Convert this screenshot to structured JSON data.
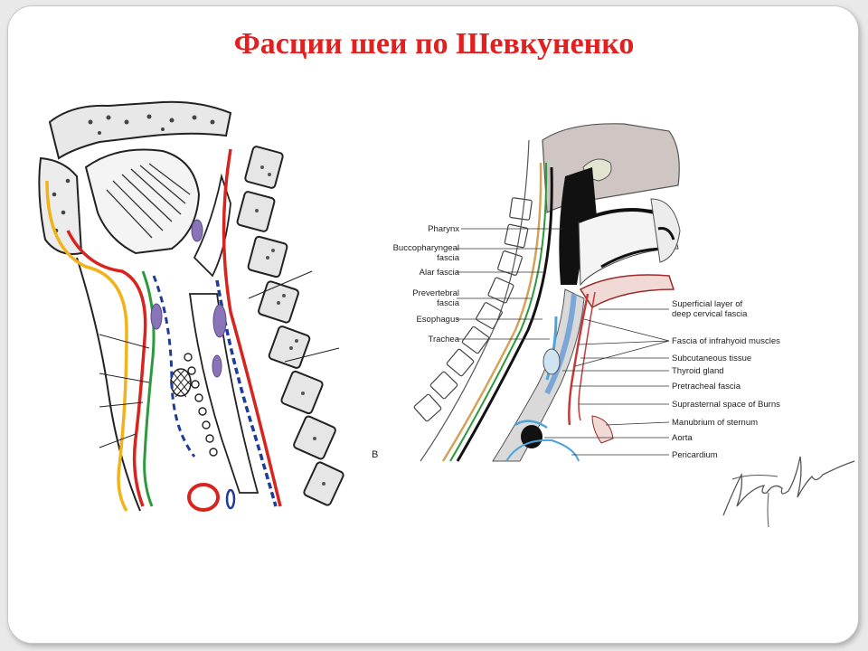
{
  "slide": {
    "title": "Фасции шеи по Шевкуненко"
  },
  "right_figure": {
    "panel_letter": "B",
    "left_labels": [
      "Pharynx",
      "Buccopharyngeal",
      "fascia",
      "Alar fascia",
      "Prevertebral",
      "fascia",
      "Esophagus",
      "Trachea"
    ],
    "right_labels": [
      "Superficial layer of",
      "deep cervical fascia",
      "Fascia of infrahyoid muscles",
      "Subcutaneous tissue",
      "Thyroid gland",
      "Pretracheal fascia",
      "Suprasternal space of Burns",
      "Manubrium of sternum",
      "Aorta",
      "Pericardium"
    ]
  },
  "colors": {
    "title": "#e32020",
    "fascia_yellow": "#f2b21a",
    "fascia_red": "#d8241f",
    "fascia_green": "#2c9a3c",
    "fascia_blue": "#1f3c9a",
    "fascia_purple": "#8a74b8"
  }
}
